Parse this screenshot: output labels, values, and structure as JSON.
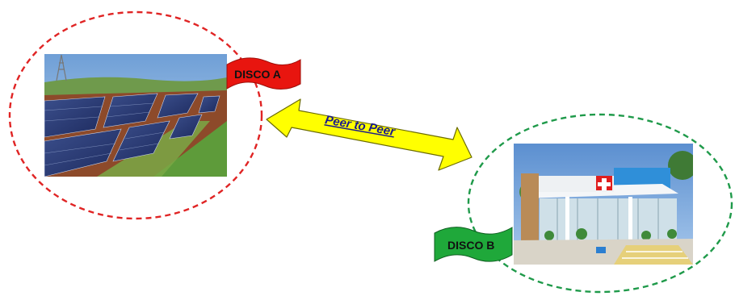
{
  "nodes": [
    {
      "id": "disco_a",
      "label": "DISCO A",
      "photo": "solar-farm",
      "ring_color": "#e02424",
      "flag_color": "#e8150f"
    },
    {
      "id": "disco_b",
      "label": "DISCO B",
      "photo": "pharmacy-storefront",
      "ring_color": "#1f9a4a",
      "flag_color": "#1fa83a"
    }
  ],
  "link": {
    "label": "Peer to Peer",
    "direction": "bidirectional",
    "color": "#ffff00"
  }
}
